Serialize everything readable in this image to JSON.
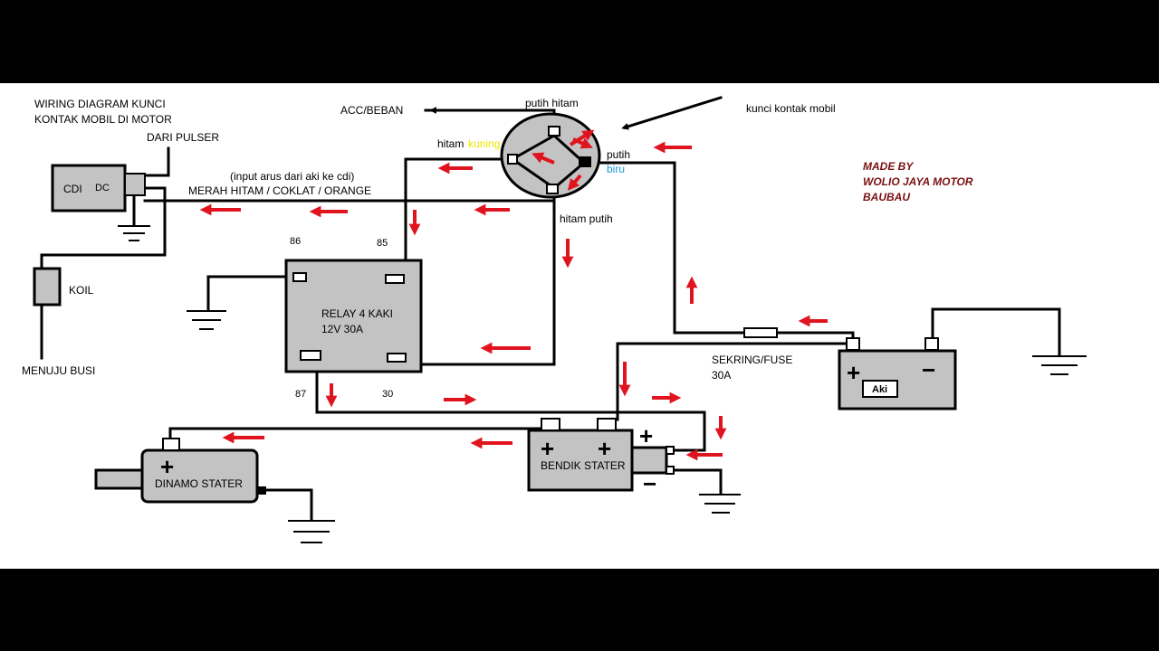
{
  "title_line1": "WIRING DIAGRAM KUNCI",
  "title_line2": "KONTAK MOBIL  DI MOTOR",
  "maker_line1": "MADE BY",
  "maker_line2": "WOLIO JAYA MOTOR",
  "maker_line3": "BAUBAU",
  "labels": {
    "dari_pulser": "DARI PULSER",
    "cdi": "CDI",
    "dc": "DC",
    "input_arus": "(input arus dari aki ke cdi)",
    "merah_hitam": "MERAH HITAM   /  COKLAT / ORANGE",
    "koil": "KOIL",
    "menuju_busi": "MENUJU BUSI",
    "acc_beban": "ACC/BEBAN",
    "putih_hitam": "putih hitam",
    "hitam": "hitam",
    "kuning": "kuning",
    "putih": "putih",
    "biru": "biru",
    "hitam_putih": "hitam putih",
    "kunci_kontak": "kunci kontak mobil",
    "pin_86": "86",
    "pin_85": "85",
    "pin_87": "87",
    "pin_30": "30",
    "relay_line1": "RELAY 4 KAKI",
    "relay_line2": "12V 30A",
    "sekring_line1": "SEKRING/FUSE",
    "sekring_line2": "30A",
    "aki": "Aki",
    "bendik": "BENDIK STATER",
    "dinamo": "DINAMO STATER",
    "plus": "+",
    "minus": "−"
  },
  "colors": {
    "wire": "#000000",
    "arrow": "#e0141e",
    "component_fill": "#c3c3c3",
    "kuning": "#f2e600",
    "biru": "#1a9ad6",
    "maker": "#7a1010",
    "background": "#ffffff",
    "letterbox": "#000000"
  }
}
